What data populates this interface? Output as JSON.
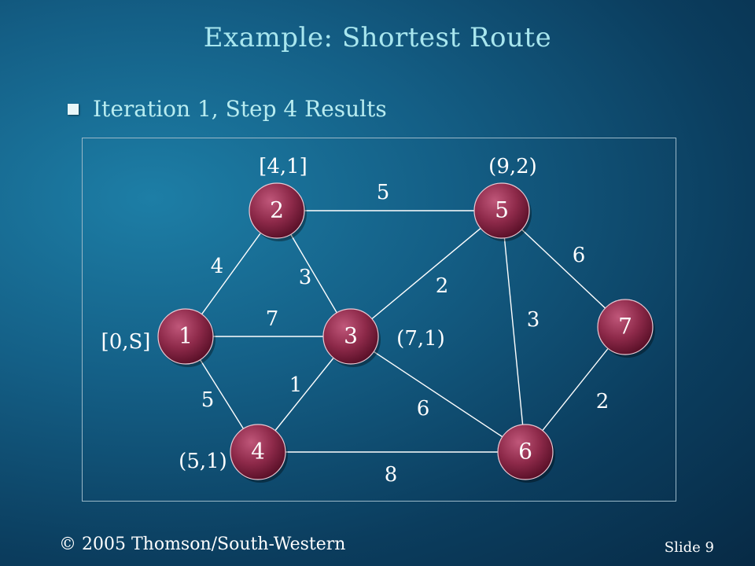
{
  "title": "Example:  Shortest Route",
  "bullet": "Iteration 1, Step 4 Results",
  "footer": {
    "copyright": "© 2005  Thomson/South-Western",
    "slide": "Slide 9"
  },
  "colors": {
    "node_fill": "#8e2a4a",
    "node_text": "#ffffff",
    "edge": "#ffffff",
    "label": "#ffffff"
  },
  "nodes": [
    {
      "id": "1",
      "label": "1",
      "tag": "[0,S]"
    },
    {
      "id": "2",
      "label": "2",
      "tag": "[4,1]"
    },
    {
      "id": "3",
      "label": "3",
      "tag": "(7,1)"
    },
    {
      "id": "4",
      "label": "4",
      "tag": "(5,1)"
    },
    {
      "id": "5",
      "label": "5",
      "tag": "(9,2)"
    },
    {
      "id": "6",
      "label": "6",
      "tag": ""
    },
    {
      "id": "7",
      "label": "7",
      "tag": ""
    }
  ],
  "edges": [
    {
      "from": "1",
      "to": "2",
      "weight": "4"
    },
    {
      "from": "1",
      "to": "3",
      "weight": "7"
    },
    {
      "from": "1",
      "to": "4",
      "weight": "5"
    },
    {
      "from": "2",
      "to": "3",
      "weight": "3"
    },
    {
      "from": "2",
      "to": "5",
      "weight": "5"
    },
    {
      "from": "3",
      "to": "4",
      "weight": "1"
    },
    {
      "from": "3",
      "to": "5",
      "weight": "2"
    },
    {
      "from": "3",
      "to": "6",
      "weight": "6"
    },
    {
      "from": "4",
      "to": "6",
      "weight": "8"
    },
    {
      "from": "5",
      "to": "6",
      "weight": "3"
    },
    {
      "from": "5",
      "to": "7",
      "weight": "6"
    },
    {
      "from": "6",
      "to": "7",
      "weight": "2"
    }
  ]
}
